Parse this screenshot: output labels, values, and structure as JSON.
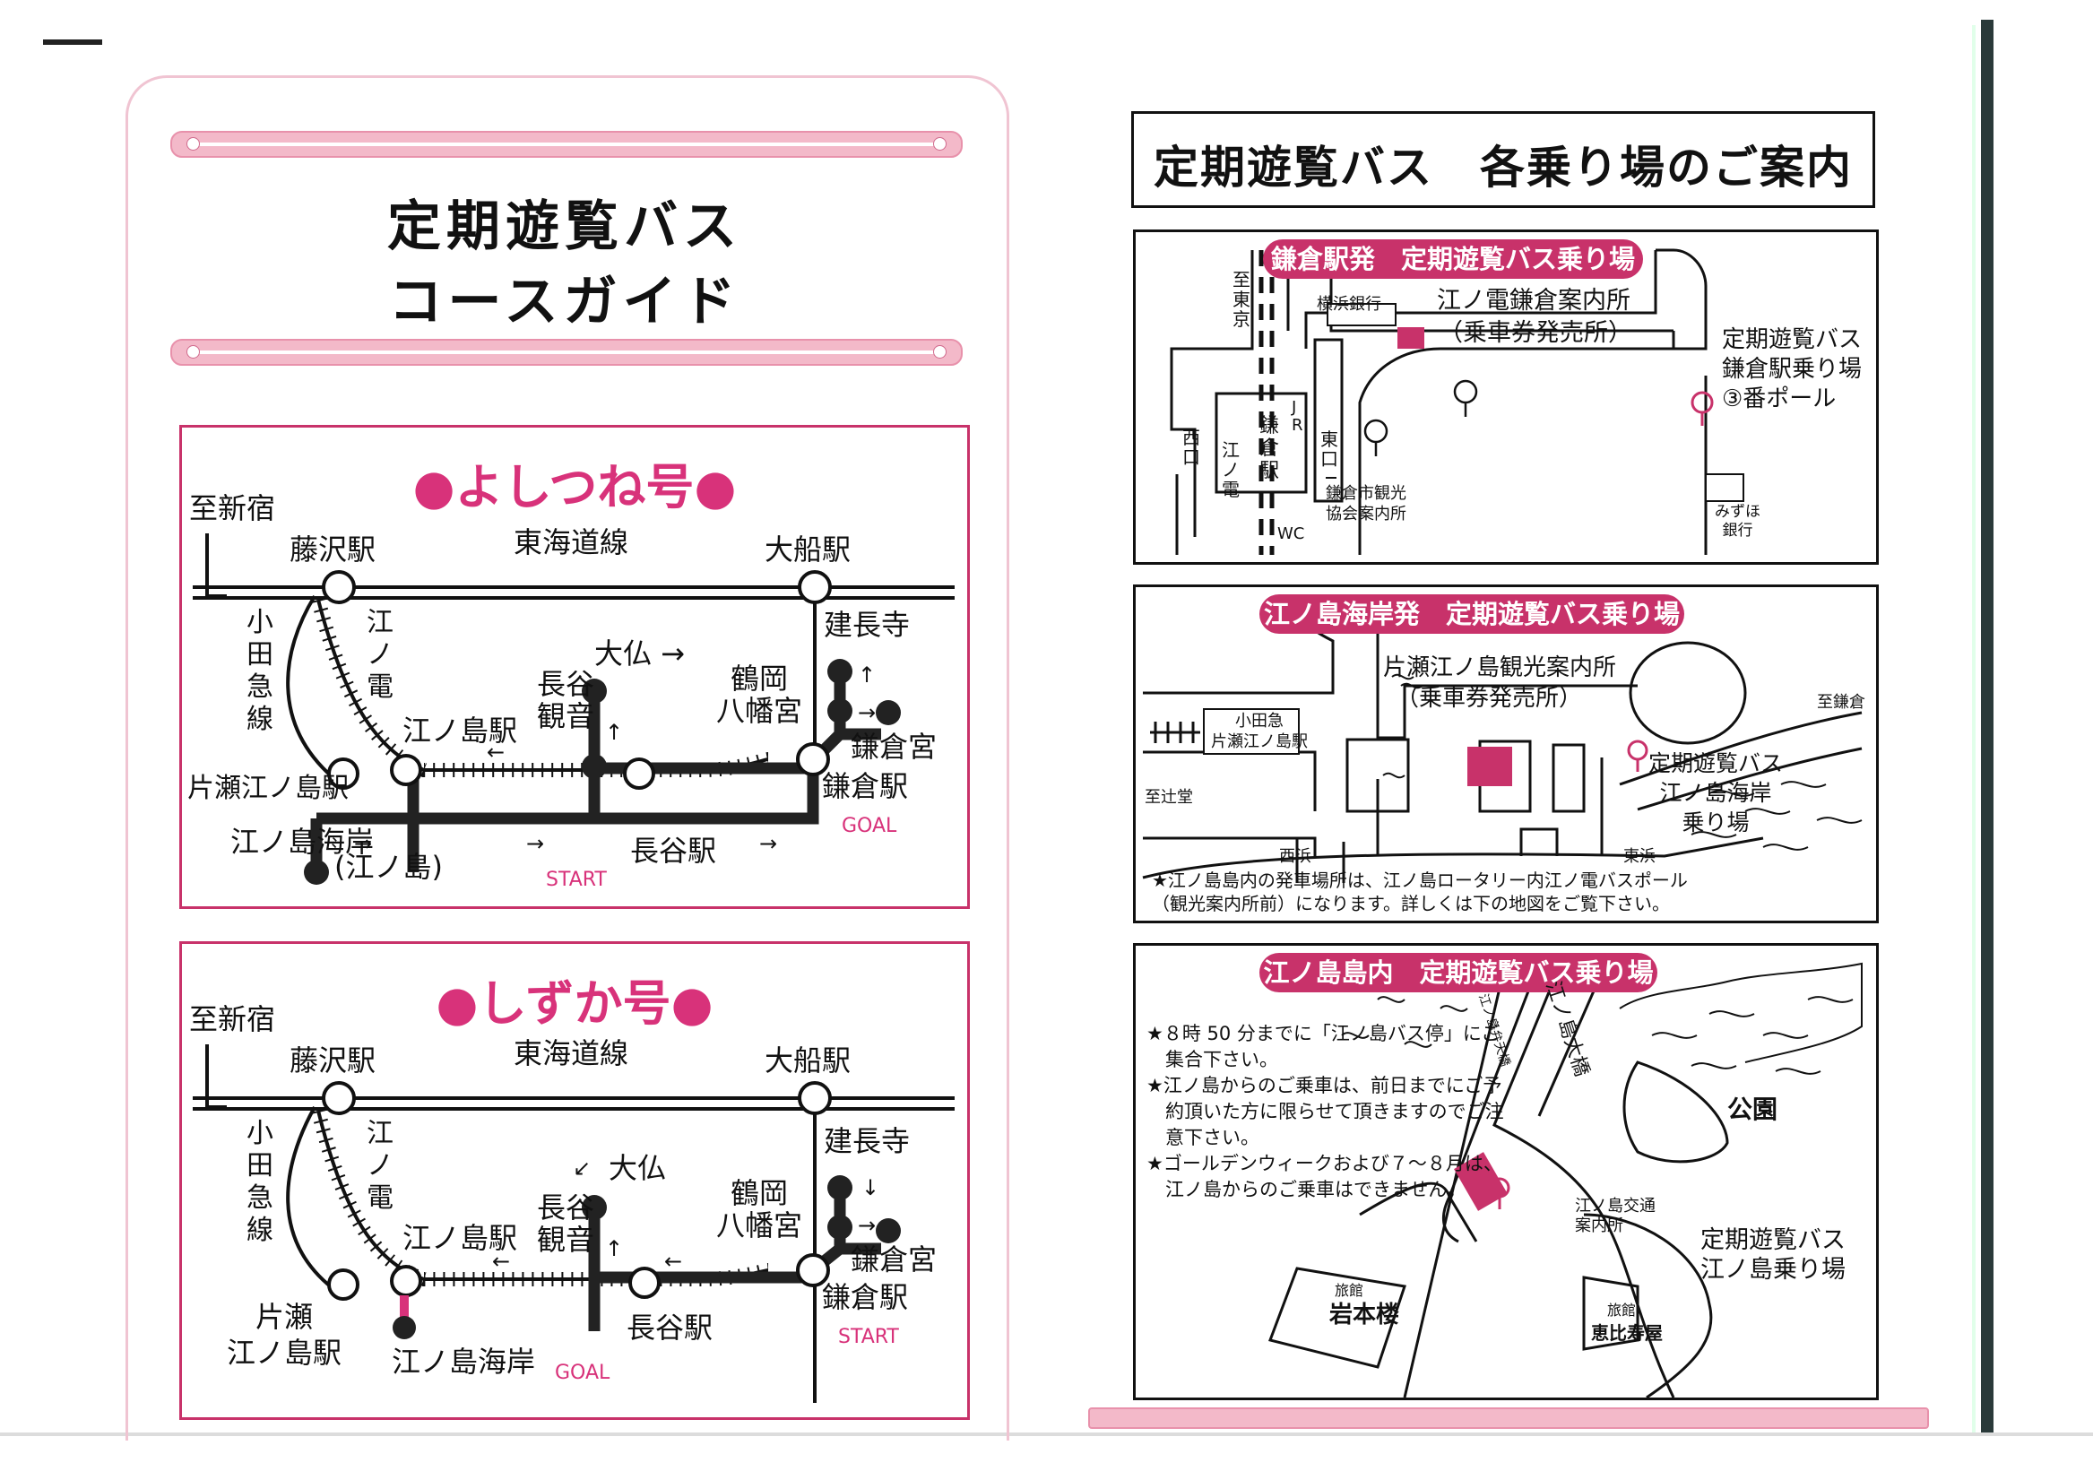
{
  "left_page": {
    "title_line1": "定期遊覧バス",
    "title_line2": "コースガイド",
    "routes": [
      {
        "name": "●よしつね号●",
        "labels": {
          "shinjuku": "至新宿",
          "fujisawa": "藤沢駅",
          "tokaido": "東海道線",
          "ofuna": "大船駅",
          "odakyu": "小\n田\n急\n線",
          "enoden": "江\nノ\n電",
          "kenchoji": "建長寺",
          "daibutsu": "大仏 →",
          "hase_kannon": "長谷\n観音",
          "tsurugaoka": "鶴岡\n八幡宮",
          "kamakuragu": "鎌倉宮",
          "enoshima_eki": "江ノ島駅",
          "katase": "片瀬江ノ島駅",
          "kamakura_eki": "鎌倉駅",
          "goal": "GOAL",
          "kaigan": "江ノ島海岸",
          "enoshima": "(江ノ島)",
          "start": "START",
          "hase_eki": "長谷駅",
          "arrows": [
            "←",
            "↑",
            "↑",
            "→",
            "→",
            "→",
            "→"
          ]
        }
      },
      {
        "name": "●しずか号●",
        "labels": {
          "shinjuku": "至新宿",
          "fujisawa": "藤沢駅",
          "tokaido": "東海道線",
          "ofuna": "大船駅",
          "odakyu": "小\n田\n急\n線",
          "enoden": "江\nノ\n電",
          "kenchoji": "建長寺",
          "daibutsu": "大仏",
          "hase_kannon": "長谷\n観音",
          "tsurugaoka": "鶴岡\n八幡宮",
          "kamakuragu": "鎌倉宮",
          "enoshima_eki": "江ノ島駅",
          "katase": "片瀬\n江ノ島駅",
          "kamakura_eki": "鎌倉駅",
          "start": "START",
          "kaigan": "江ノ島海岸",
          "goal": "GOAL",
          "hase_eki": "長谷駅",
          "arrows": [
            "↙",
            "←",
            "←",
            "↑",
            "↓",
            "→"
          ]
        }
      }
    ]
  },
  "right_page": {
    "title": "定期遊覧バス　各乗り場のご案内",
    "map1": {
      "tag": "鎌倉駅発　定期遊覧バス乗り場",
      "to_tokyo": "至\n東\n京",
      "yokohama_bank": "横浜銀行",
      "info_center": "江ノ電鎌倉案内所",
      "ticket": "（乗車券発売所）",
      "stop": "定期遊覧バス\n鎌倉駅乗り場\n③番ポール",
      "station": "鎌\n倉\n駅",
      "jr": "J\nR",
      "east_exit": "東\n口",
      "west_exit": "西\n口",
      "enoden": "江\nノ\n電",
      "wc": "WC",
      "tourist_assoc": "鎌倉市観光\n協会案内所",
      "mizuho": "みずほ\n銀行"
    },
    "map2": {
      "tag": "江ノ島海岸発　定期遊覧バス乗り場",
      "info": "片瀬江ノ島観光案内所",
      "ticket": "（乗車券発売所）",
      "odakyu_station": "小田急\n片瀬江ノ島駅",
      "to_kamakura": "至鎌倉",
      "to_tsujido": "至辻堂",
      "stop": "定期遊覧バス\n江ノ島海岸\n乗り場",
      "nishihama": "西浜",
      "higashihama": "東浜",
      "note": "★江ノ島島内の発車場所は、江ノ島ロータリー内江ノ電バスポール\n（観光案内所前）になります。詳しくは下の地図をご覧下さい。"
    },
    "map3": {
      "tag": "江ノ島島内　定期遊覧バス乗り場",
      "notes": "★８時 50 分までに「江ノ島バス停」にご\n　集合下さい。\n★江ノ島からのご乗車は、前日までにご予\n　約頂いた方に限らせて頂きますのでご注\n　意下さい。\n★ゴールデンウィークおよび７～８月は、\n　江ノ島からのご乗車はできません。",
      "bentenbashi": "江ノ島弁天橋",
      "ohashi": "江ノ島大橋",
      "park": "公園",
      "kotsu": "江ノ島交通\n案内所",
      "stop": "定期遊覧バス\n江ノ島乗り場",
      "ryokan1_type": "旅館",
      "ryokan1": "岩本楼",
      "ryokan2_type": "旅館",
      "ryokan2": "恵比寿屋"
    }
  },
  "colors": {
    "accent": "#c8326a",
    "pink_bar": "#f3b9c9",
    "ink": "#111111"
  }
}
